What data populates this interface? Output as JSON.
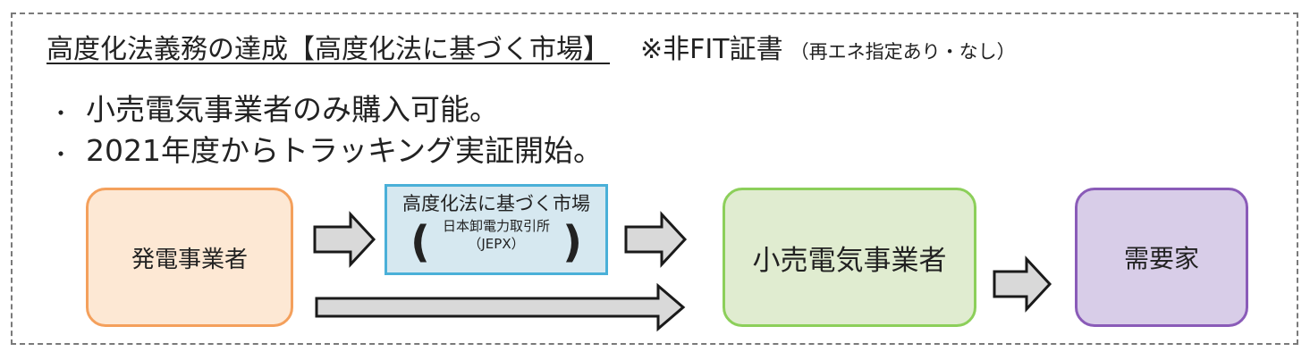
{
  "header": {
    "title": "高度化法義務の達成【高度化法に基づく市場】",
    "note": "※非FIT証書",
    "note_detail": "（再エネ指定あり・なし）"
  },
  "bullets": [
    {
      "marker": "・",
      "text": "小売電気事業者のみ購入可能。"
    },
    {
      "marker": "・",
      "text": "2021年度からトラッキング実証開始。"
    }
  ],
  "flow": {
    "generator": "発電事業者",
    "market_title": "高度化法に基づく市場",
    "market_detail_1": "日本卸電力取引所",
    "market_detail_2": "（JEPX）",
    "bracket_left": "(",
    "bracket_right": ")",
    "retailer": "小売電気事業者",
    "consumer": "需要家"
  },
  "colors": {
    "generator_border": "#f4a05c",
    "generator_fill": "#fde8d4",
    "market_border": "#4ab0d8",
    "market_fill": "#d6e8f0",
    "retailer_border": "#8ccf5a",
    "retailer_fill": "#e0ecd0",
    "consumer_border": "#8a5bb8",
    "consumer_fill": "#d8cde8",
    "arrow_fill": "#d9d9d9",
    "arrow_stroke": "#1a1a1a"
  }
}
